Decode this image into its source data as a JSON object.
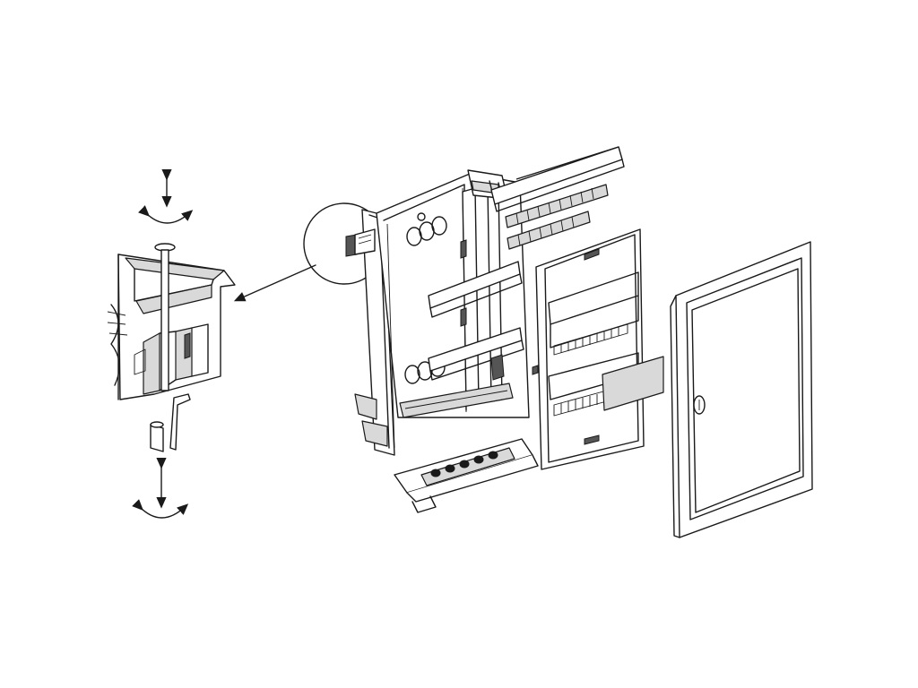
{
  "diagram": {
    "style": "exploded-view line drawing",
    "colors": {
      "line": "#1a1a1a",
      "background": "#ffffff",
      "shade": "#d9d9d9"
    },
    "components": [
      "mounting-detail-inset",
      "flush-box-frame",
      "din-rails",
      "terminal-strips",
      "cover-panel-with-breaker-slots",
      "front-door-with-lock"
    ],
    "icons": [
      "up-down-arrow-icon",
      "rotate-arrow-icon",
      "leader-arrow-icon",
      "lock-icon"
    ]
  }
}
